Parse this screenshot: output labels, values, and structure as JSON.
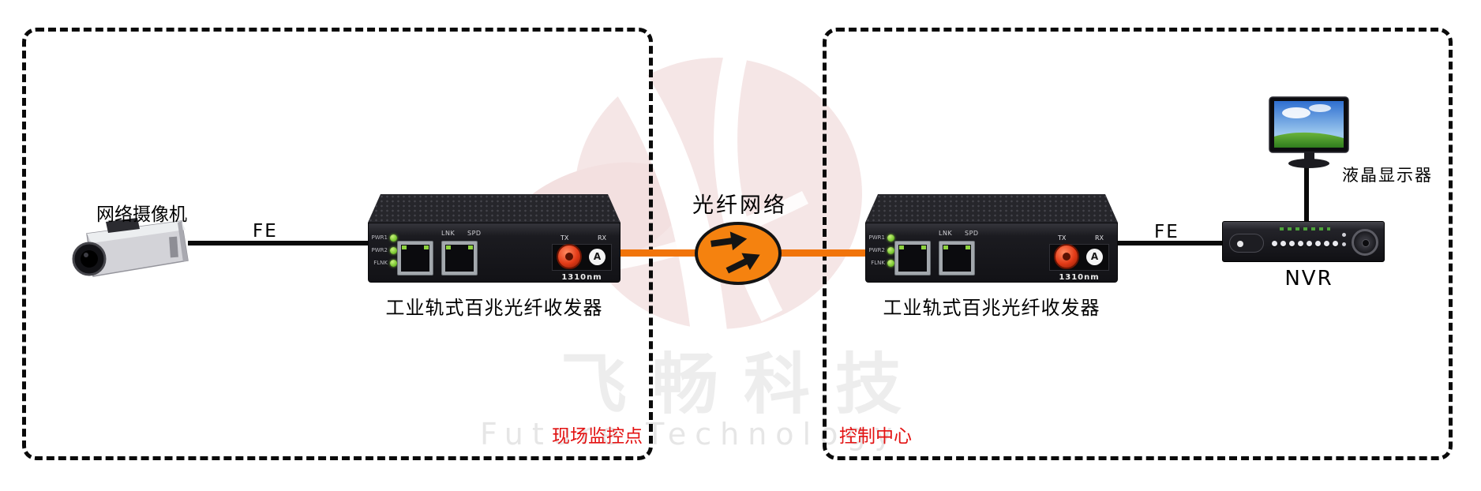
{
  "watermark": {
    "cn": "飞畅科技",
    "en": "Future Technology"
  },
  "zones": {
    "left_label": "现场监控点",
    "right_label": "控制中心"
  },
  "camera": {
    "label": "网络摄像机"
  },
  "links": {
    "fe_left": "FE",
    "fe_right": "FE"
  },
  "cloud": {
    "label": "光纤网络"
  },
  "monitor": {
    "label": "液晶显示器"
  },
  "nvr": {
    "label": "NVR"
  },
  "transceivers": [
    {
      "caption": "工业轨式百兆光纤收发器",
      "led_labels": [
        "PWR1",
        "PWR2",
        "FLNK"
      ],
      "port_labels": {
        "lnk": "LNK",
        "spd": "SPD"
      },
      "optical": {
        "tx": "TX",
        "rx": "RX",
        "mark": "A",
        "wavelength": "1310nm"
      }
    },
    {
      "caption": "工业轨式百兆光纤收发器",
      "led_labels": [
        "PWR1",
        "PWR2",
        "FLNK"
      ],
      "port_labels": {
        "lnk": "LNK",
        "spd": "SPD"
      },
      "optical": {
        "tx": "TX",
        "rx": "RX",
        "mark": "A",
        "wavelength": "1310nm"
      }
    }
  ],
  "colors": {
    "fiber_orange": "#f1740a",
    "cloud_orange": "#f5820f",
    "zone_label_red": "#e31212",
    "led_green": "#7ac832",
    "watermark_pink": "#f5e6e6",
    "watermark_gray": "#ededed"
  }
}
